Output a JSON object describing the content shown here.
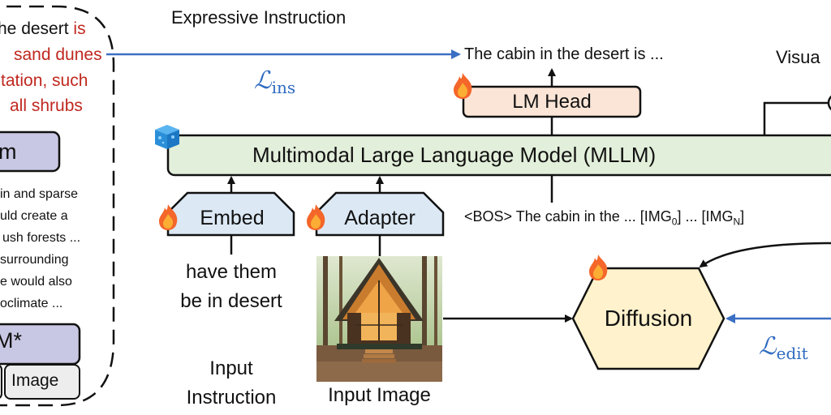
{
  "left_panel": {
    "highlight_lines": [
      {
        "parts": [
          {
            "text": "he desert ",
            "color": "black"
          },
          {
            "text": "is",
            "color": "red"
          }
        ]
      },
      {
        "parts": [
          {
            "text": "sand dunes",
            "color": "red"
          }
        ]
      },
      {
        "parts": [
          {
            "text": "tation, such",
            "color": "red"
          }
        ]
      },
      {
        "parts": [
          {
            "text": "all shrubs",
            "color": "red"
          }
        ]
      }
    ],
    "top_box_label": "m",
    "description_lines": [
      "in and sparse",
      "uld create a",
      "ush forests ...",
      "surrounding",
      "e would also",
      "oclimate ..."
    ],
    "bottom_box_label": "M*",
    "image_box_label": "Image"
  },
  "expressive_instruction_label": "Expressive Instruction",
  "loss_ins": {
    "symbol": "ℒ",
    "subscript": "ins"
  },
  "output_text": "The cabin in the desert is ...",
  "visual_label": "Visua",
  "lm_head_label": "LM Head",
  "mllm_label": "Multimodal Large Language Model (MLLM)",
  "embed_label": "Embed",
  "adapter_label": "Adapter",
  "token_sequence": {
    "prefix": "<BOS> The cabin in the ...  [IMG",
    "sub0": "0",
    "middle": "] ... [IMG",
    "subN": "N",
    "suffix": "]"
  },
  "instruction_text": [
    "have them",
    "be in desert"
  ],
  "input_instruction_caption": [
    "Input",
    "Instruction"
  ],
  "input_image_caption": "Input Image",
  "diffusion_label": "Diffusion",
  "loss_edit": {
    "symbol": "ℒ",
    "subscript": "edit"
  },
  "icons": {
    "trainable": "fire-icon",
    "frozen": "ice-cube-icon"
  },
  "colors": {
    "loss_blue": "#3b6fc4",
    "red_text": "#c0281f",
    "lm_head_fill": "#fbe5d6",
    "mllm_fill": "#e2efda",
    "embed_fill": "#dce9f5",
    "diffusion_fill": "#fff2cc",
    "purple_box_fill": "#c8c8e4",
    "gray_box_fill": "#ededed"
  }
}
